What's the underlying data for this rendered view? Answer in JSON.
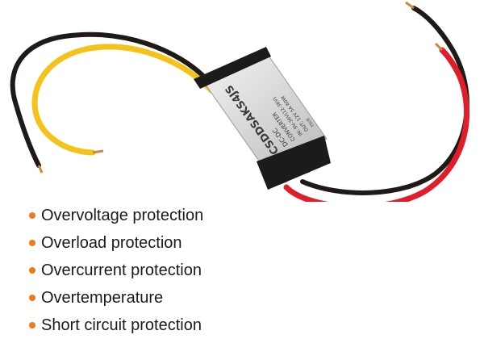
{
  "colors": {
    "bullet": "#f07a1a",
    "wire_yellow": "#f5c21b",
    "wire_red": "#e11d2a",
    "wire_black": "#1f1a17",
    "case_silver": "#d8d8d8",
    "end_cap": "#1b1b1b"
  },
  "product": {
    "case_label_model": "CSDDSAKS4JS",
    "case_label_type": "DC-DC",
    "case_label_converter": "CONVERTER",
    "case_label_input": "IN: 9V-36V(12-36V)",
    "case_label_output": "OUT: 12V 5A 60W",
    "case_label_small": "TSUE"
  },
  "features": [
    "Overvoltage protection",
    "Overload protection",
    "Overcurrent protection",
    "Overtemperature",
    "Short circuit protection"
  ]
}
